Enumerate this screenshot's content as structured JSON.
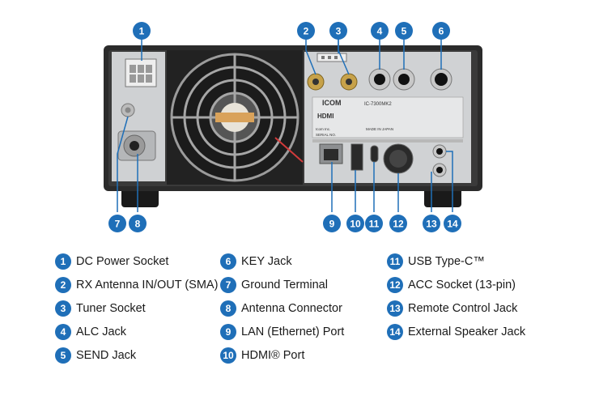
{
  "callouts": [
    "1",
    "2",
    "3",
    "4",
    "5",
    "6",
    "7",
    "8",
    "9",
    "10",
    "11",
    "12",
    "13",
    "14"
  ],
  "legend": [
    {
      "num": "1",
      "label": "DC Power Socket"
    },
    {
      "num": "2",
      "label": "RX Antenna IN/OUT (SMA)"
    },
    {
      "num": "3",
      "label": "Tuner Socket"
    },
    {
      "num": "4",
      "label": "ALC Jack"
    },
    {
      "num": "5",
      "label": "SEND Jack"
    },
    {
      "num": "6",
      "label": "KEY Jack"
    },
    {
      "num": "7",
      "label": "Ground Terminal"
    },
    {
      "num": "8",
      "label": "Antenna Connector"
    },
    {
      "num": "9",
      "label": "LAN (Ethernet) Port"
    },
    {
      "num": "10",
      "label": "HDMI® Port"
    },
    {
      "num": "11",
      "label": "USB Type-C™"
    },
    {
      "num": "12",
      "label": "ACC Socket (13-pin)"
    },
    {
      "num": "13",
      "label": "Remote Control Jack"
    },
    {
      "num": "14",
      "label": "External Speaker Jack"
    }
  ],
  "panel": {
    "brand": "ICOM",
    "model": "IC-7300MK2",
    "hdmi_logo": "HDMI",
    "made_in": "MADE IN JAPAN",
    "serial": "SERIAL NO.",
    "company": "Icom Inc."
  },
  "colors": {
    "badge": "#1f6fb8",
    "chassis": "#2a2a2a",
    "panel": "#c9cbcd"
  }
}
